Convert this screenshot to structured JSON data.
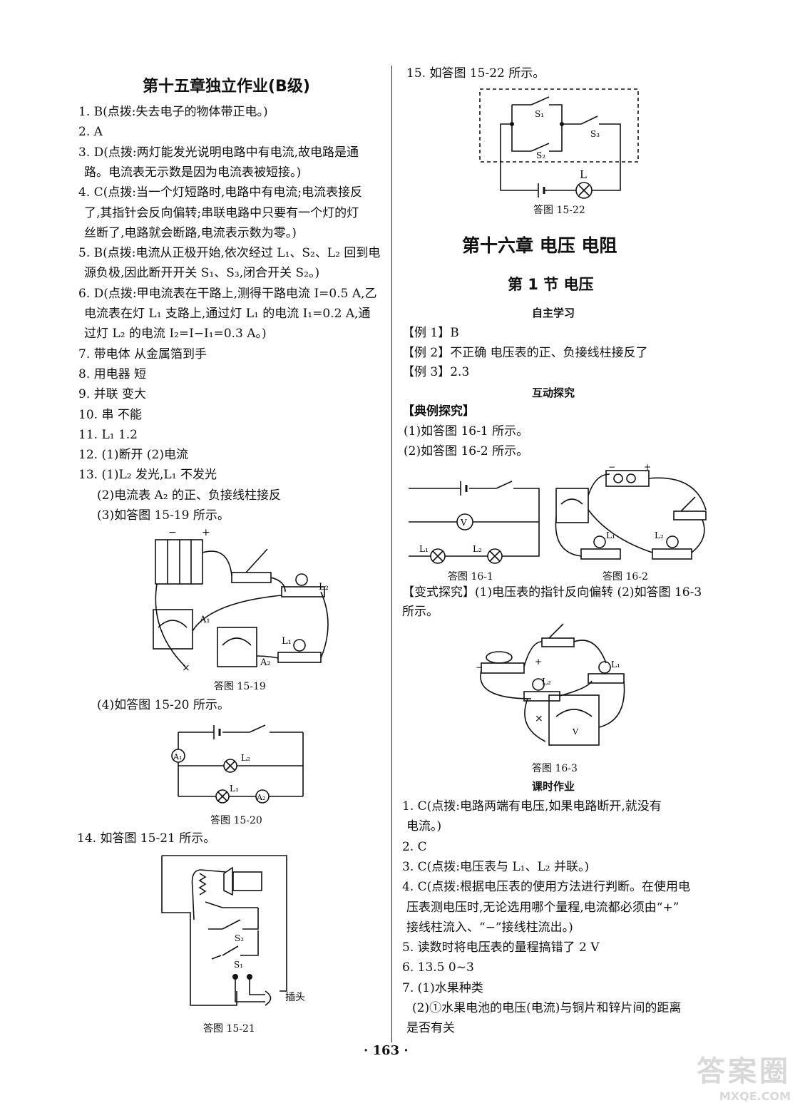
{
  "left": {
    "title": "第十五章独立作业(B级)",
    "lines": [
      "1. B(点拨:失去电子的物体带正电。)",
      "2. A",
      "3. D(点拨:两灯能发光说明电路中有电流,故电路是通",
      "路。电流表无示数是因为电流表被短接。)",
      "4. C(点拨:当一个灯短路时,电路中有电流;电流表接反",
      "了,其指针会反向偏转;串联电路中只要有一个灯的灯",
      "丝断了,电路就会断路,电流表示数为零。)",
      "5. B(点拨:电流从正极开始,依次经过 L₁、S₂、L₂ 回到电",
      "源负极,因此断开开关 S₁、S₃,闭合开关 S₂。)",
      "6. D(点拨:甲电流表在干路上,测得干路电流 I=0.5 A,乙",
      "电流表在灯 L₁ 支路上,通过灯 L₁ 的电流 I₁=0.2 A,通",
      "过灯 L₂ 的电流 I₂=I−I₁=0.3 A。)",
      "7. 带电体   从金属箔到手",
      "8. 用电器   短",
      "9. 并联   变大",
      "10. 串   不能",
      "11. L₁    1.2",
      "12. (1)断开   (2)电流",
      "13. (1)L₂ 发光,L₁ 不发光",
      "(2)电流表 A₂ 的正、负接线柱接反",
      "(3)如答图 15-19 所示。"
    ],
    "cap_15_19": "答图 15-19",
    "line_q13_4": "(4)如答图 15-20 所示。",
    "cap_15_20": "答图 15-20",
    "line_q14": "14. 如答图 15-21 所示。",
    "cap_15_21": "答图 15-21",
    "plug_label": "插头"
  },
  "right": {
    "line_q15": "15. 如答图 15-22 所示。",
    "cap_15_22": "答图 15-22",
    "chapter": "第十六章   电压   电阻",
    "section": "第 1 节   电压",
    "sub_selfstudy": "自主学习",
    "examples": [
      "【例 1】B",
      "【例 2】不正确   电压表的正、负接线柱接反了",
      "【例 3】2.3"
    ],
    "sub_interactive": "互动探究",
    "typical": "【典例探究】",
    "typical_lines": [
      "(1)如答图 16-1 所示。",
      "(2)如答图 16-2 所示。"
    ],
    "cap_16_1": "答图 16-1",
    "cap_16_2": "答图 16-2",
    "variant_lines": [
      "【变式探究】(1)电压表的指针反向偏转   (2)如答图 16-3",
      "所示。"
    ],
    "cap_16_3": "答图 16-3",
    "sub_homework": "课时作业",
    "homework": [
      "1. C(点拨:电路两端有电压,如果电路断开,就没有",
      "电流。)",
      "2. C",
      "3. C(点拨:电压表与 L₁、L₂ 并联。)",
      "4. C(点拨:根据电压表的使用方法进行判断。在使用电",
      "压表测电压时,无论选用哪个量程,电流都必须由“+”",
      "接线柱流入、“−”接线柱流出。)",
      "5. 读数时将电压表的量程搞错了   2 V",
      "6. 13.5   0~3",
      "7. (1)水果种类",
      "(2)①水果电池的电压(电流)与铜片和锌片间的距离",
      "是否有关"
    ]
  },
  "labels": {
    "L": "L",
    "L1": "L₁",
    "L2": "L₂",
    "S1": "S₁",
    "S2": "S₂",
    "S3": "S₃",
    "A1": "A₁",
    "A2": "A₂",
    "V": "V",
    "minus": "−",
    "plus": "+"
  },
  "page_number": "· 163 ·",
  "watermark": "答案圈 MXQE.COM"
}
